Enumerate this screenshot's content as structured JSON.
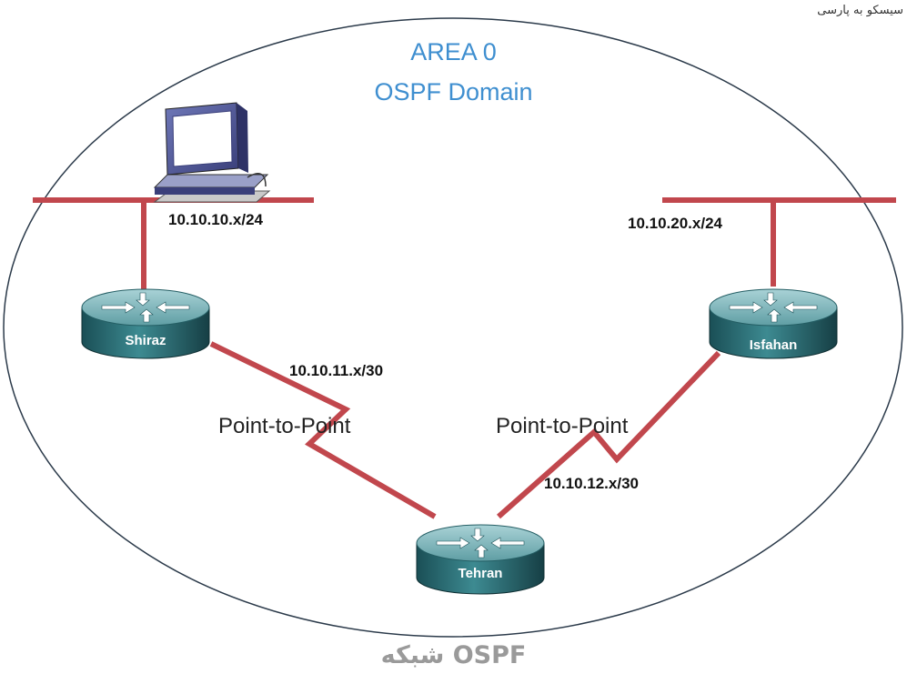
{
  "watermark": "سیسکو به پارسی",
  "area": {
    "title_line1": "AREA 0",
    "title_line2": "OSPF Domain"
  },
  "routers": {
    "shiraz": "Shiraz",
    "isfahan": "Isfahan",
    "tehran": "Tehran"
  },
  "subnets": {
    "shiraz_lan": "10.10.10.x/24",
    "isfahan_lan": "10.10.20.x/24",
    "shiraz_tehran": "10.10.11.x/30",
    "tehran_isfahan": "10.10.12.x/30"
  },
  "links": {
    "left": "Point-to-Point",
    "right": "Point-to-Point"
  },
  "caption": "شبکه OSPF",
  "colors": {
    "link": "#c1474d",
    "area_outline": "#2b3a4a",
    "title": "#3f8fd0",
    "router_dark": "#1f5f66",
    "router_light": "#7fb6bb"
  }
}
